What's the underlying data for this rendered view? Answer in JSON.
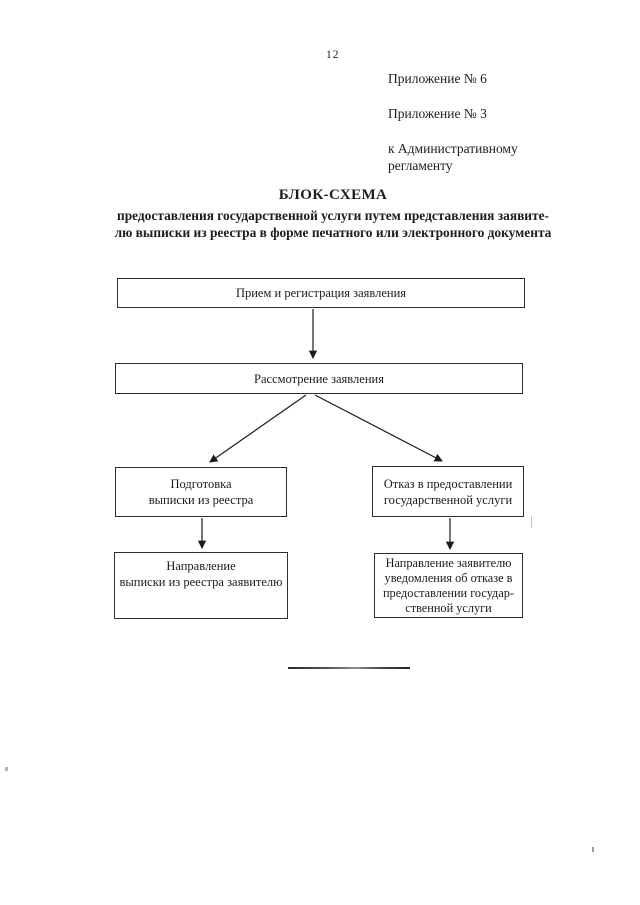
{
  "colors": {
    "paper": "#ffffff",
    "ink": "#1d1d1d",
    "box_border": "#2e2e2e"
  },
  "page": {
    "page_number": "12",
    "header_lines": [
      "Приложение № 6",
      "Приложение № 3",
      "к Административному\nрегламенту"
    ],
    "title": "БЛОК-СХЕМА",
    "subtitle": "предоставления государственной услуги путем представления заявите-\nлю выписки из реестра в форме печатного или электронного документа"
  },
  "flowchart": {
    "nodes": [
      {
        "id": "reception",
        "label": "Прием и регистрация заявления"
      },
      {
        "id": "review",
        "label": "Рассмотрение заявления"
      },
      {
        "id": "prepare-extract",
        "label": "Подготовка\nвыписки из реестра"
      },
      {
        "id": "refusal",
        "label": "Отказ в предоставлении\nгосударственной услуги"
      },
      {
        "id": "send-extract",
        "label": "Направление\nвыписки из реестра заявителю"
      },
      {
        "id": "send-refusal-notice",
        "label": "Направление заявителю\nуведомления об отказе в\nпредоставлении государ-\nственной услуги"
      }
    ],
    "edges": [
      {
        "from": "reception",
        "to": "review"
      },
      {
        "from": "review",
        "to": "prepare-extract"
      },
      {
        "from": "review",
        "to": "refusal"
      },
      {
        "from": "prepare-extract",
        "to": "send-extract"
      },
      {
        "from": "refusal",
        "to": "send-refusal-notice"
      }
    ]
  }
}
